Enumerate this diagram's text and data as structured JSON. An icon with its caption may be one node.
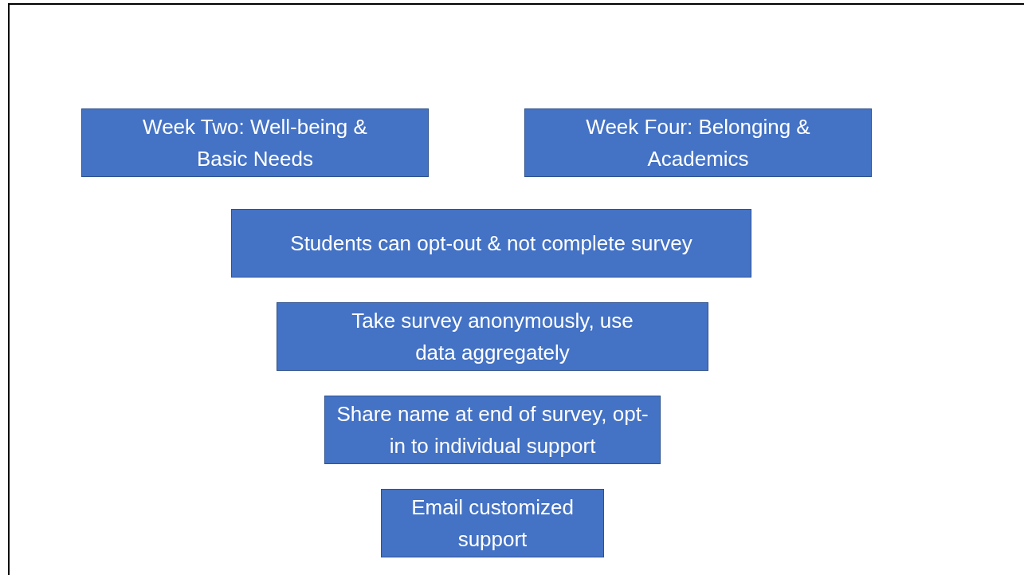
{
  "diagram": {
    "nodes": [
      {
        "text": [
          "Week Two: Well-being & Basic Needs"
        ]
      },
      {
        "text": [
          "Week Four: Belonging & Academics"
        ]
      },
      {
        "text": [
          "Students can opt-out & not complete survey"
        ]
      },
      {
        "text": [
          "Take survey anonymously, use data aggregately"
        ]
      },
      {
        "text": [
          "Share name at end of survey, opt-in to individual support"
        ]
      },
      {
        "text": [
          "Email customized support"
        ]
      }
    ]
  }
}
